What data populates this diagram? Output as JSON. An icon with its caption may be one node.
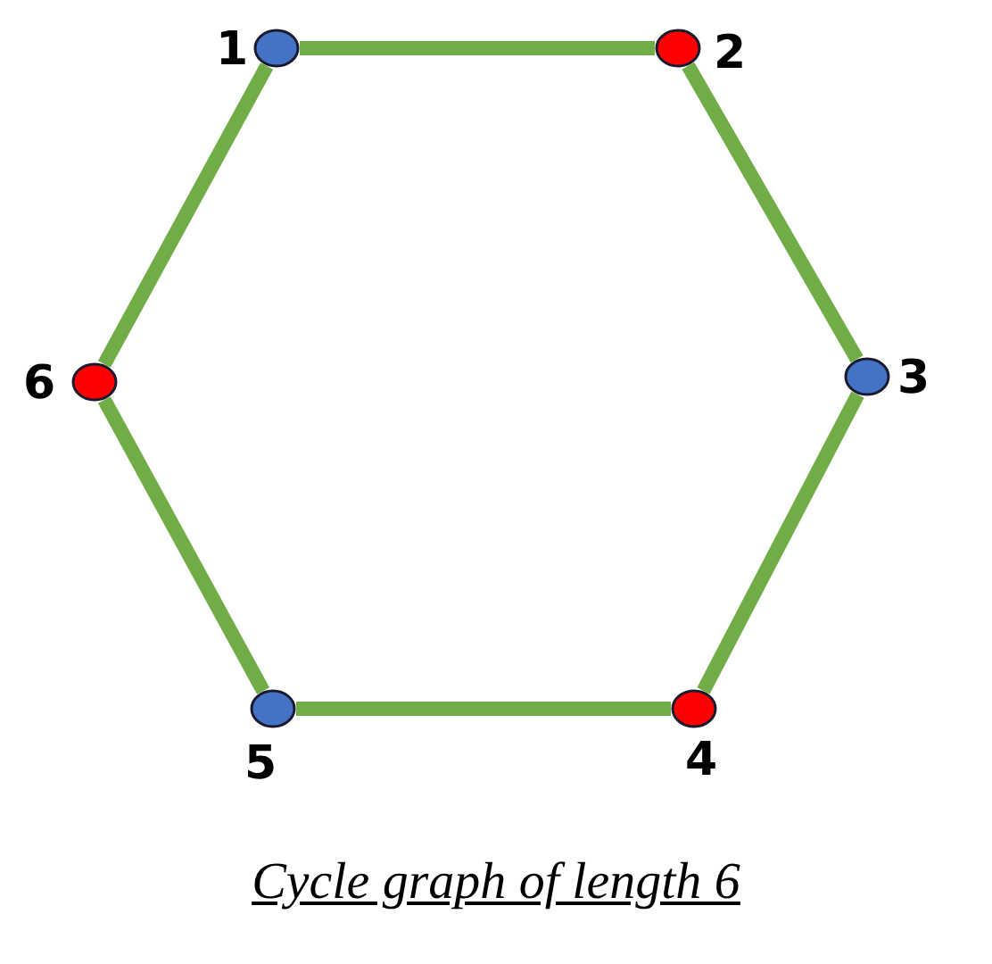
{
  "diagram": {
    "caption": "Cycle graph of length 6",
    "nodes": [
      {
        "text": [],
        "shape": "circle",
        "beside": [
          "1"
        ]
      },
      {
        "text": [],
        "shape": "circle",
        "beside": [
          "2"
        ]
      },
      {
        "text": [],
        "shape": "circle",
        "beside": [
          "3"
        ]
      },
      {
        "text": [],
        "shape": "circle",
        "beside": [
          "4"
        ]
      },
      {
        "text": [],
        "shape": "circle",
        "beside": [
          "5"
        ]
      },
      {
        "text": [],
        "shape": "circle",
        "beside": [
          "6"
        ]
      }
    ],
    "edges": [
      {
        "from": 0,
        "to": 1,
        "arrow": "none"
      },
      {
        "from": 1,
        "to": 2,
        "arrow": "none"
      },
      {
        "from": 2,
        "to": 3,
        "arrow": "none"
      },
      {
        "from": 3,
        "to": 4,
        "arrow": "none"
      },
      {
        "from": 4,
        "to": 5,
        "arrow": "none"
      },
      {
        "from": 5,
        "to": 0,
        "arrow": "none"
      }
    ]
  }
}
